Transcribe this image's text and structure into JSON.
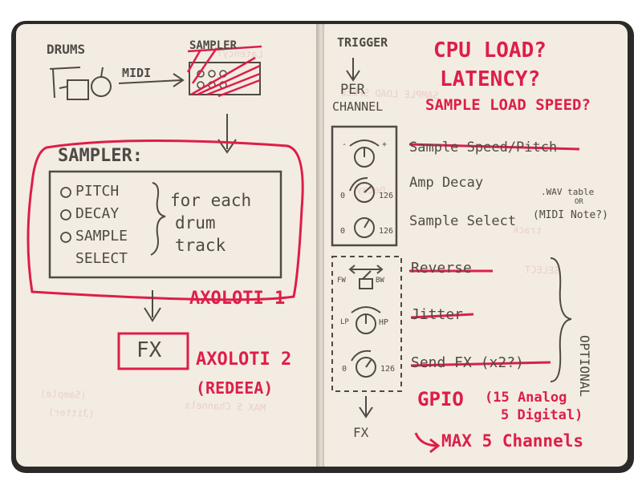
{
  "left_page": {
    "drums_label": "DRUMS",
    "midi_label": "MIDI",
    "sampler_crossed_label": "SAMPLER",
    "sampler_title": "SAMPLER:",
    "params": [
      "PITCH",
      "DECAY",
      "SAMPLE"
    ],
    "param_select": "SELECT",
    "for_each": [
      "for each",
      "drum",
      "track"
    ],
    "axoloti_1": "AXOLOTI 1",
    "fx_box": "FX",
    "axoloti_2": "AXOLOTI 2",
    "axoloti_2_note": "(REDEEA)"
  },
  "right_page": {
    "trigger": "TRIGGER",
    "per": "PER",
    "channel": "CHANNEL",
    "questions": [
      "CPU LOAD?",
      "LATENCY?",
      "SAMPLE LOAD SPEED?"
    ],
    "knob_rows": [
      {
        "label": "Sample Speed/Pitch",
        "range_min": "-",
        "range_max": "+"
      },
      {
        "label": "Amp Decay",
        "range_min": "0",
        "range_max": "126"
      },
      {
        "label": "Sample Select",
        "range_min": "0",
        "range_max": "126"
      }
    ],
    "wav_table": ".WAV table",
    "or": "OR",
    "midi_note": "(MIDI Note?)",
    "optional_items": [
      "Reverse",
      "Jitter",
      "Send FX (x2?)"
    ],
    "optional_label": "OPTIONAL",
    "switch_left": "FW",
    "switch_right": "BW",
    "hp_knob_label": "HP",
    "hp_knob_min": "LP",
    "send_knob_min": "0",
    "send_knob_max": "126",
    "fx_out": "FX",
    "gpio": "GPIO",
    "gpio_detail": [
      "(15 Analog",
      "5 Digital)"
    ],
    "max_channels": "MAX 5 Channels"
  },
  "colors": {
    "pencil": "#4f4a46",
    "red": "#dd1e49",
    "paper": "#f3ece2",
    "cover": "#2c2a28"
  }
}
